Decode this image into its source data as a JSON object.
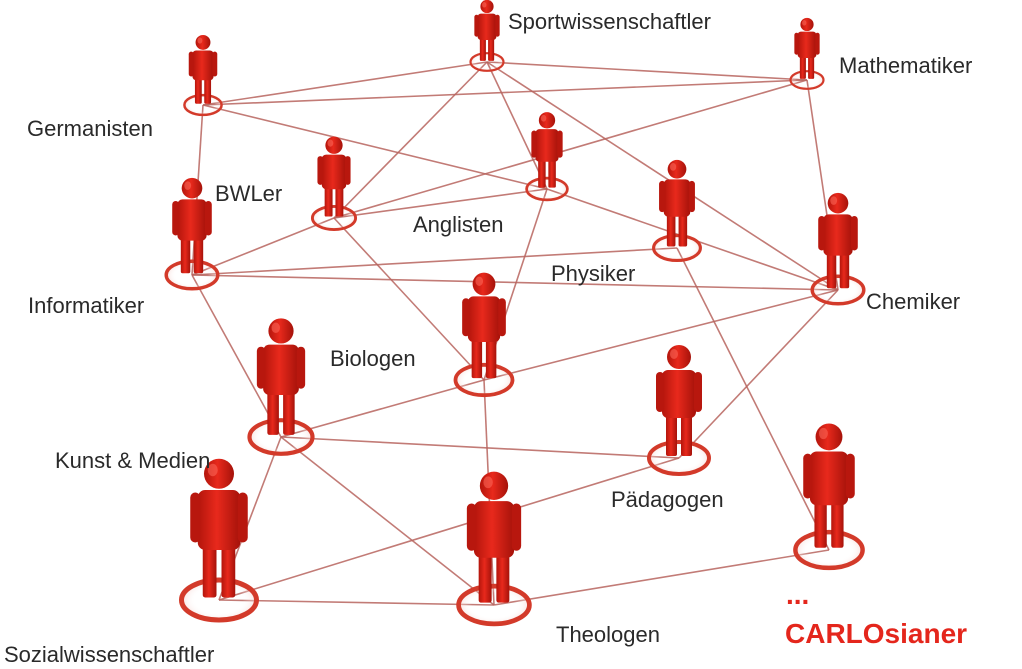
{
  "diagram": {
    "accent_color": "#e4261c",
    "edge_color": "#b8655f",
    "nodes": [
      {
        "id": "sportwissenschaftler",
        "label": "Sportwissenschaftler"
      },
      {
        "id": "mathematiker",
        "label": "Mathematiker"
      },
      {
        "id": "germanisten",
        "label": "Germanisten"
      },
      {
        "id": "bwler",
        "label": "BWLer"
      },
      {
        "id": "anglisten",
        "label": "Anglisten"
      },
      {
        "id": "informatiker",
        "label": "Informatiker"
      },
      {
        "id": "physiker",
        "label": "Physiker"
      },
      {
        "id": "chemiker",
        "label": "Chemiker"
      },
      {
        "id": "biologen",
        "label": "Biologen"
      },
      {
        "id": "kunst",
        "label": "Kunst & Medien"
      },
      {
        "id": "paedagogen",
        "label": "Pädagogen"
      },
      {
        "id": "sozial",
        "label": "Sozialwissenschaftler"
      },
      {
        "id": "theologen",
        "label": "Theologen"
      },
      {
        "id": "carlosianer",
        "label": "CARLOsianer",
        "prefix": "..."
      }
    ],
    "edges": [
      [
        "germanisten",
        "sportwissenschaftler"
      ],
      [
        "sportwissenschaftler",
        "mathematiker"
      ],
      [
        "germanisten",
        "mathematiker"
      ],
      [
        "germanisten",
        "anglisten"
      ],
      [
        "germanisten",
        "informatiker"
      ],
      [
        "sportwissenschaftler",
        "bwler"
      ],
      [
        "sportwissenschaftler",
        "anglisten"
      ],
      [
        "sportwissenschaftler",
        "chemiker"
      ],
      [
        "mathematiker",
        "bwler"
      ],
      [
        "mathematiker",
        "chemiker"
      ],
      [
        "bwler",
        "anglisten"
      ],
      [
        "bwler",
        "informatiker"
      ],
      [
        "bwler",
        "biologen"
      ],
      [
        "anglisten",
        "chemiker"
      ],
      [
        "anglisten",
        "biologen"
      ],
      [
        "informatiker",
        "physiker"
      ],
      [
        "informatiker",
        "chemiker"
      ],
      [
        "informatiker",
        "kunst"
      ],
      [
        "physiker",
        "carlosianer"
      ],
      [
        "biologen",
        "chemiker"
      ],
      [
        "biologen",
        "kunst"
      ],
      [
        "biologen",
        "theologen"
      ],
      [
        "chemiker",
        "paedagogen"
      ],
      [
        "kunst",
        "paedagogen"
      ],
      [
        "kunst",
        "sozial"
      ],
      [
        "kunst",
        "theologen"
      ],
      [
        "paedagogen",
        "sozial"
      ],
      [
        "sozial",
        "theologen"
      ],
      [
        "theologen",
        "carlosianer"
      ]
    ]
  }
}
